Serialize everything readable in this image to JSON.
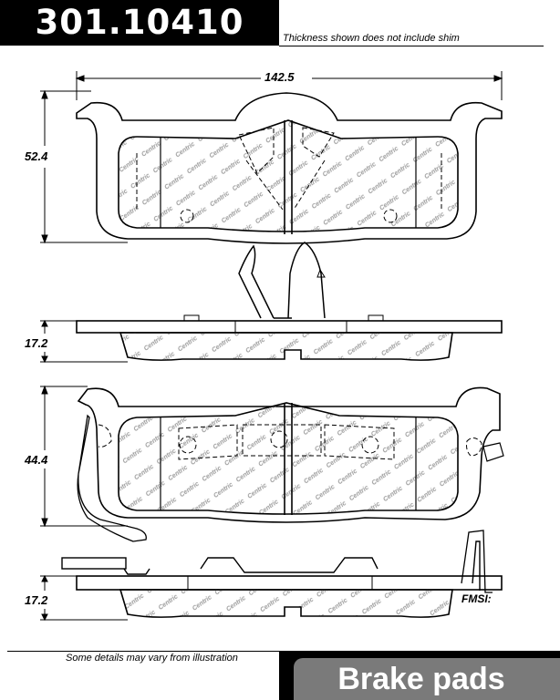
{
  "header": {
    "part_number": "301.10410",
    "thickness_note": "Thickness shown does not include shim"
  },
  "dimensions": {
    "width": "142.5",
    "outer_height": "52.4",
    "outer_thickness": "17.2",
    "inner_height": "44.4",
    "inner_thickness": "17.2"
  },
  "fmsi_label": "FMSI:",
  "footer": {
    "disclaimer": "Some details may vary from illustration",
    "product_label": "Brake pads"
  },
  "colors": {
    "ink": "#000000",
    "badge_gray": "#7a7a7a",
    "pattern_gray": "#9a9a9a"
  }
}
